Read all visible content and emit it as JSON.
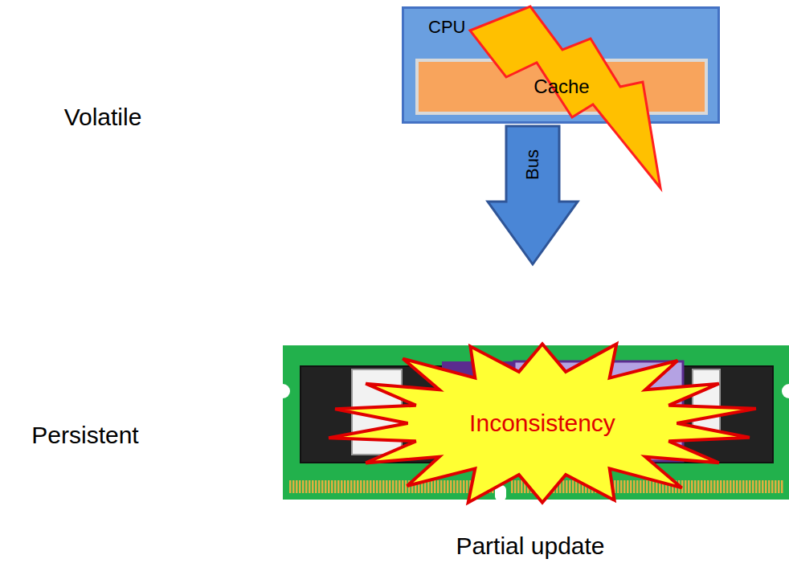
{
  "diagram": {
    "nodes": [
      {
        "text": [
          "CPU"
        ]
      },
      {
        "text": [
          "Cache"
        ],
        "in": 0
      },
      {
        "text": [
          "Bus"
        ]
      },
      {
        "text": [
          "Inconsistency"
        ]
      }
    ],
    "labels": [
      "Volatile",
      "Persistent",
      "Partial update"
    ]
  }
}
